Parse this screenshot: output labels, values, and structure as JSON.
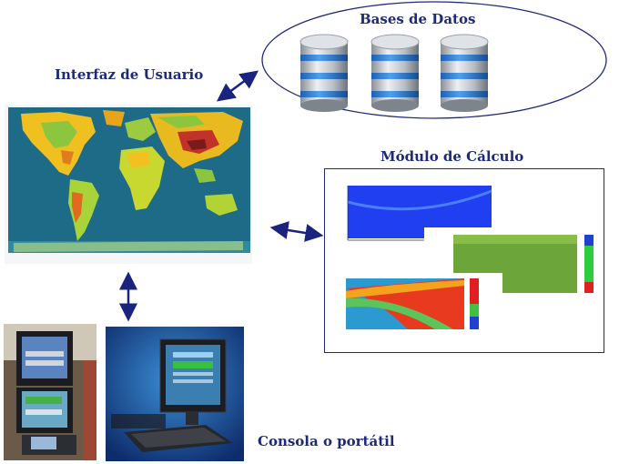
{
  "labels": {
    "databases": "Bases de Datos",
    "user_interface": "Interfaz de Usuario",
    "calc_module": "Módulo de Cálculo",
    "console": "Consola o portátil"
  },
  "colors": {
    "label_text": "#1e2a78",
    "arrow": "#1a237e",
    "ellipse_stroke": "#1e2a78",
    "panel_stroke": "#1e2a78"
  },
  "icons": {
    "databases": [
      "database-icon",
      "database-icon",
      "database-icon"
    ],
    "user_interface": "world-map-image",
    "calc_module": [
      "heatmap-blue-plot",
      "heatmap-green-plot",
      "heatmap-red-plot"
    ],
    "console": [
      "touchscreen-console-photo",
      "desktop-computer-photo"
    ]
  }
}
